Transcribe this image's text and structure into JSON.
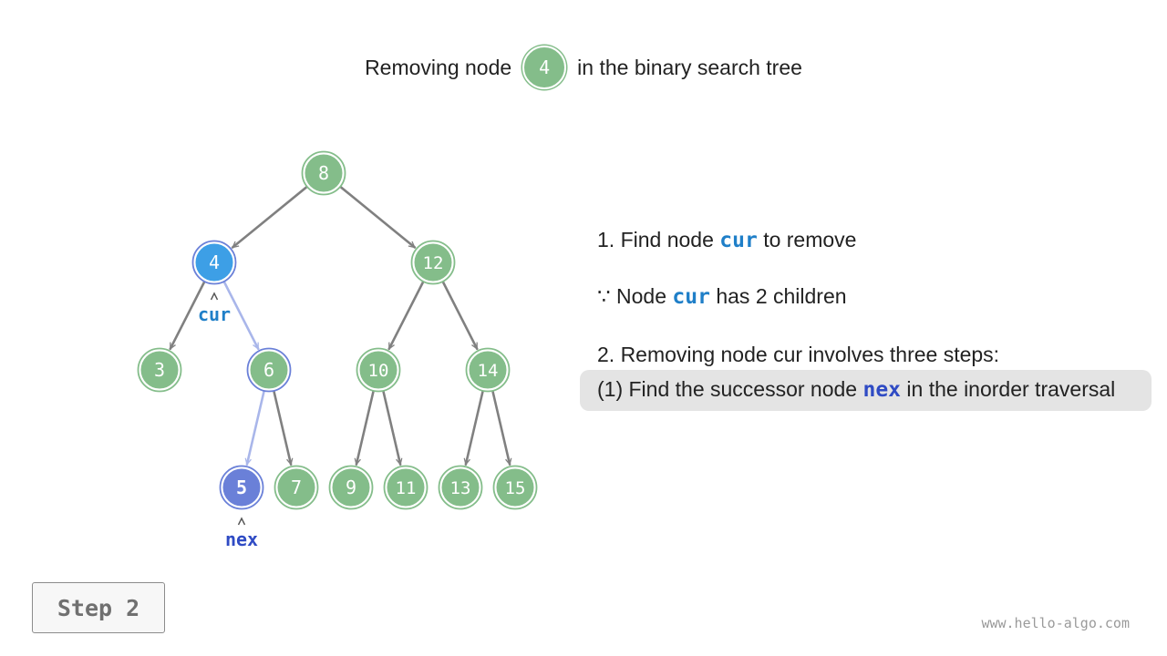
{
  "title": {
    "prefix": "Removing node",
    "node": "4",
    "suffix": "in the binary search tree"
  },
  "tree": {
    "nodes": [
      {
        "id": "8",
        "label": "8",
        "state": "normal"
      },
      {
        "id": "4",
        "label": "4",
        "state": "current"
      },
      {
        "id": "12",
        "label": "12",
        "state": "normal"
      },
      {
        "id": "3",
        "label": "3",
        "state": "normal"
      },
      {
        "id": "6",
        "label": "6",
        "state": "path"
      },
      {
        "id": "10",
        "label": "10",
        "state": "normal"
      },
      {
        "id": "14",
        "label": "14",
        "state": "normal"
      },
      {
        "id": "5",
        "label": "5",
        "state": "successor"
      },
      {
        "id": "7",
        "label": "7",
        "state": "normal"
      },
      {
        "id": "9",
        "label": "9",
        "state": "normal"
      },
      {
        "id": "11",
        "label": "11",
        "state": "normal"
      },
      {
        "id": "13",
        "label": "13",
        "state": "normal"
      },
      {
        "id": "15",
        "label": "15",
        "state": "normal"
      }
    ],
    "edges": [
      {
        "from": "8",
        "to": "4",
        "highlight": false
      },
      {
        "from": "8",
        "to": "12",
        "highlight": false
      },
      {
        "from": "4",
        "to": "3",
        "highlight": false
      },
      {
        "from": "4",
        "to": "6",
        "highlight": true
      },
      {
        "from": "12",
        "to": "10",
        "highlight": false
      },
      {
        "from": "12",
        "to": "14",
        "highlight": false
      },
      {
        "from": "6",
        "to": "5",
        "highlight": true
      },
      {
        "from": "6",
        "to": "7",
        "highlight": false
      },
      {
        "from": "10",
        "to": "9",
        "highlight": false
      },
      {
        "from": "10",
        "to": "11",
        "highlight": false
      },
      {
        "from": "14",
        "to": "13",
        "highlight": false
      },
      {
        "from": "14",
        "to": "15",
        "highlight": false
      }
    ],
    "pointers": [
      {
        "node": "4",
        "label": "cur"
      },
      {
        "node": "5",
        "label": "nex"
      }
    ]
  },
  "notes": {
    "line1": {
      "prefix": "1. Find node",
      "var": "cur",
      "suffix": "to remove"
    },
    "line2": {
      "prefix": "∵ Node",
      "var": "cur",
      "suffix": "has 2 children"
    },
    "line3": "2. Removing node cur involves three steps:",
    "line4": {
      "prefix": "(1) Find the successor node",
      "var": "nex",
      "suffix": "in the inorder traversal"
    }
  },
  "step_label": "Step 2",
  "watermark": "www.hello-algo.com",
  "colors": {
    "normal": "#84bd8a",
    "current": "#3d9fe6",
    "successor": "#6a80d8",
    "edge": "#808080",
    "highlight_edge": "#a9b6ea",
    "cur_label": "#1f7fc8",
    "nex_label": "#2f4bc4"
  }
}
